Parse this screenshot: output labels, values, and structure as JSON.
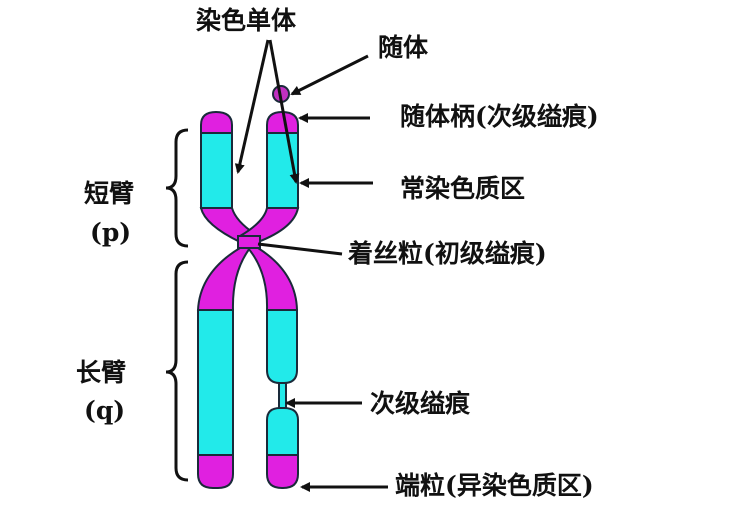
{
  "labels": {
    "chromatids": "染色单体",
    "satellite": "随体",
    "satellite_stalk": "随体柄(次级缢痕)",
    "euchromatin": "常染色质区",
    "centromere": "着丝粒(初级缢痕)",
    "secondary_constriction": "次级缢痕",
    "telomere": "端粒(异染色质区)",
    "short_arm": "短臂",
    "short_arm_symbol": "(p)",
    "long_arm": "长臂",
    "long_arm_symbol": "(q)"
  },
  "colors": {
    "heterochromatin": "#e020e0",
    "euchromatin": "#22eaea",
    "outline": "#1a2a3a"
  }
}
